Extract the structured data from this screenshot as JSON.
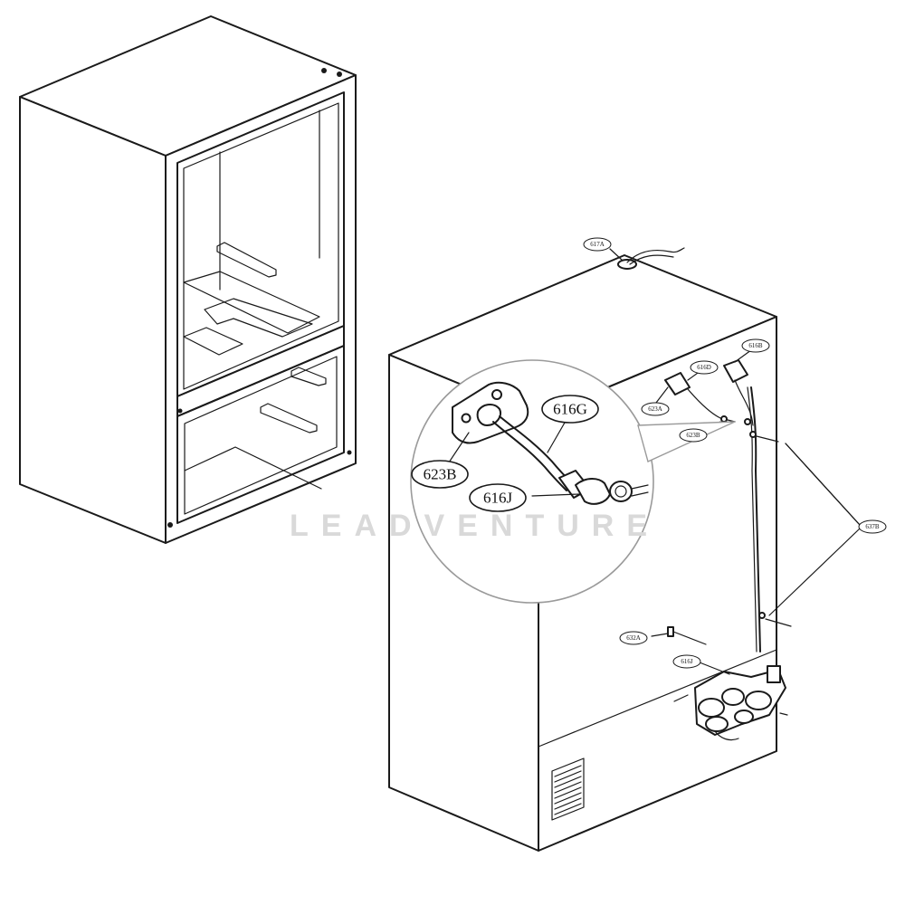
{
  "diagram": {
    "watermark": "LEADVENTURE",
    "zoom_callouts": {
      "label_623B": "623B",
      "label_616G": "616G",
      "label_616J": "616J"
    },
    "small_callouts": {
      "label_617A": "617A",
      "label_623A": "623A",
      "label_616D": "616D",
      "label_623B": "623B",
      "label_616J": "616J",
      "label_637B": "637B",
      "label_632A": "632A",
      "label_616B": "616B"
    }
  }
}
